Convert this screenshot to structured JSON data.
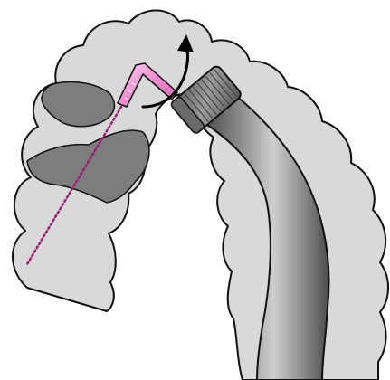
{
  "illustration": {
    "subject": "endoscope-in-colon",
    "elements": [
      "colon-wall",
      "haustral-fold-left-upper",
      "haustral-fold-left-lower",
      "endoscope-shaft",
      "endoscope-tip-cap",
      "instrument-channel-device",
      "insertion-path-dotted",
      "rotation-arrow-icon"
    ]
  },
  "colors": {
    "colon_fill": "#d9d9d9",
    "fold_fill": "#7d7d7d",
    "outline": "#111111",
    "scope_dark": "#4a4a4a",
    "scope_mid": "#8c8c8c",
    "scope_light": "#c9c9c9",
    "device_pink": "#f08bd0",
    "device_pink_light": "#f9c9ec",
    "path_dots": "#9a1f7a",
    "arrow": "#000000"
  }
}
